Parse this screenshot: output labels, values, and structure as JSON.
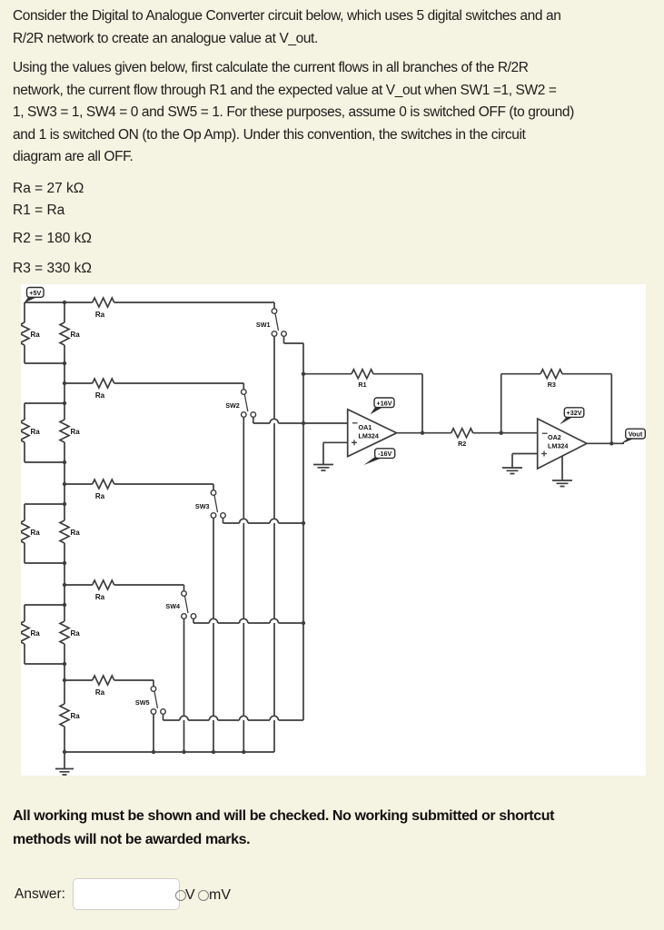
{
  "page": {
    "background": "#f5f3e1",
    "panel_background": "#ffffff",
    "line_color": "#3d3d3d"
  },
  "question": {
    "intro": "Consider the Digital to Analogue Converter circuit below, which uses 5 digital switches and an\nR/2R network to create an analogue value at V_out.",
    "task": "Using the values given below, first calculate the current flows in all branches of the R/2R\nnetwork, the current flow through R1 and the expected value at V_out when SW1 =1, SW2 =\n1, SW3 = 1, SW4 = 0 and SW5 = 1. For these purposes, assume 0 is switched OFF (to ground)\nand 1 is switched ON (to the Op Amp). Under this convention, the switches in the circuit\ndiagram are all OFF.",
    "values": {
      "ra": "Ra = 27 kΩ",
      "r1": "R1 = Ra",
      "r2": "R2 = 180 kΩ",
      "r3": "R3 = 330 kΩ"
    },
    "warning": "All working must be shown and will be checked. No working submitted or shortcut\nmethods will not be awarded marks."
  },
  "circuit": {
    "labels": {
      "ra": "Ra",
      "sw1": "SW1",
      "sw2": "SW2",
      "sw3": "SW3",
      "sw4": "SW4",
      "sw5": "SW5",
      "r1": "R1",
      "r2": "R2",
      "r3": "R3",
      "supply": "+5V",
      "oa1_name": "OA1",
      "oa1_part": "LM324",
      "oa2_name": "OA2",
      "oa2_part": "LM324",
      "oa1_vplus": "+16V",
      "oa1_vminus": "-16V",
      "oa2_vplus": "+32V",
      "vout": "Vout"
    }
  },
  "answer": {
    "label": "Answer:",
    "value": "",
    "units": [
      {
        "label": "V"
      },
      {
        "label": "mV"
      }
    ]
  }
}
